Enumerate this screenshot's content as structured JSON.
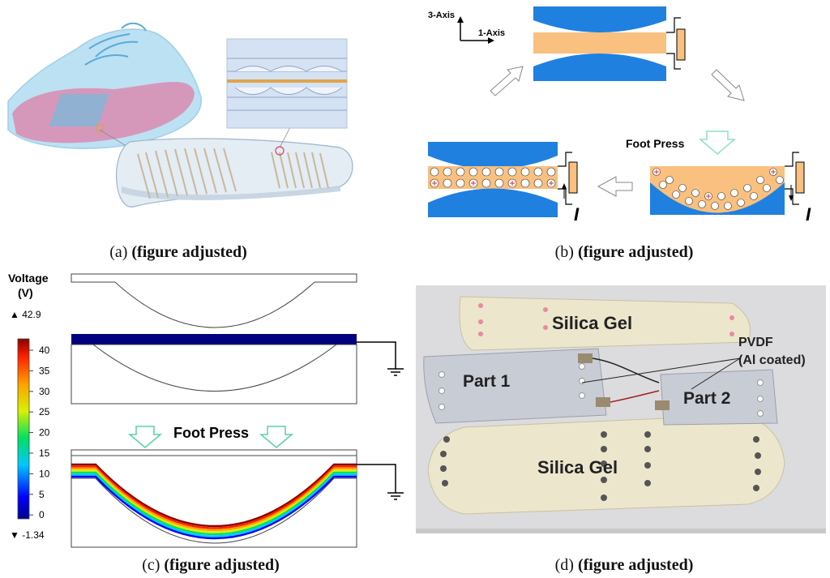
{
  "panel_a": {
    "caption_letter": "(a)",
    "caption_note": "(figure adjusted)"
  },
  "panel_b": {
    "caption_letter": "(b)",
    "caption_note": "(figure adjusted)",
    "axis_3_label": "3-Axis",
    "axis_1_label": "1-Axis",
    "foot_press_label": "Foot Press",
    "current_label_left": "I",
    "current_label_right": "I",
    "colors": {
      "blue": "#1f80e0",
      "orange": "#f9c07f",
      "arrow": "#8fe0c0"
    }
  },
  "panel_c": {
    "caption_letter": "(c)",
    "caption_note": "(figure adjusted)",
    "colorbar_title_line1": "Voltage",
    "colorbar_title_line2": "(V)",
    "max_label": "▲ 42.9",
    "min_label": "▼ -1.34",
    "ticks": [
      "40",
      "35",
      "30",
      "25",
      "20",
      "15",
      "10",
      "5",
      "0"
    ],
    "foot_press_label": "Foot Press",
    "colors": {
      "plate": "#000080",
      "arrow": "#58d0a8"
    }
  },
  "panel_d": {
    "caption_letter": "(d)",
    "caption_note": "(figure adjusted)",
    "silica_top": "Silica Gel",
    "silica_bottom": "Silica Gel",
    "part1": "Part 1",
    "part2": "Part 2",
    "pvdf_line1": "PVDF",
    "pvdf_line2": "(Al coated)"
  }
}
